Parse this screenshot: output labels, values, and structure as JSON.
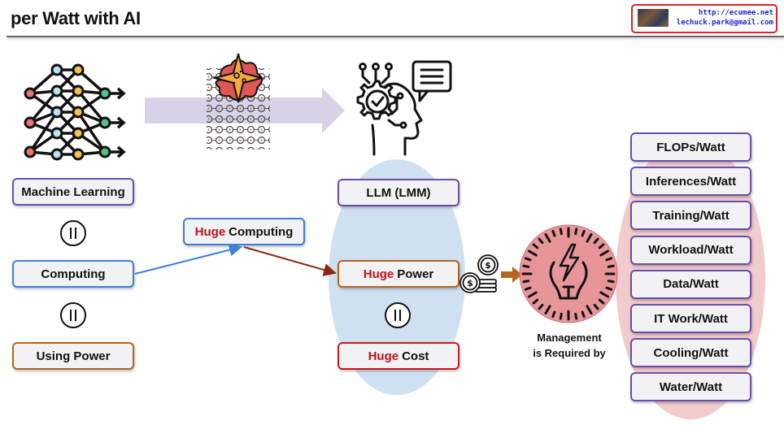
{
  "header": {
    "title": "per Watt with AI",
    "contact": {
      "url": "http://ecumee.net",
      "email": "lechuck.park@gmail.com"
    }
  },
  "icons": {
    "neural_network": "neural-network-icon",
    "explosion_grid": "explosion-grid-icon",
    "ai_head": "ai-head-gear-icon",
    "coins": "coins-icon",
    "power_bulb": "power-bulb-gauge-icon",
    "equals": "equals-icon"
  },
  "left_column": {
    "items": [
      "Machine Learning",
      "Computing",
      "Using Power"
    ]
  },
  "middle": {
    "huge_computing": {
      "highlight": "Huge",
      "rest": "Computing"
    }
  },
  "llm_column": {
    "model": "LLM (LMM)",
    "huge_power": {
      "highlight": "Huge",
      "rest": "Power"
    },
    "huge_cost": {
      "highlight": "Huge",
      "rest": "Cost"
    }
  },
  "management": {
    "line1": "Management",
    "line2": "is Required by"
  },
  "metrics": [
    "FLOPs/Watt",
    "Inferences/Watt",
    "Training/Watt",
    "Workload/Watt",
    "Data/Watt",
    "IT Work/Watt",
    "Cooling/Watt",
    "Water/Watt"
  ],
  "colors": {
    "highlight": "#c0101a",
    "purple_border": "#6a4fb0",
    "blue_border": "#3d7fd9",
    "orange_border": "#b5651d",
    "red_border": "#d01818",
    "blue_ellipse": "#cfe0f1",
    "red_ellipse": "#f2cbcc"
  }
}
